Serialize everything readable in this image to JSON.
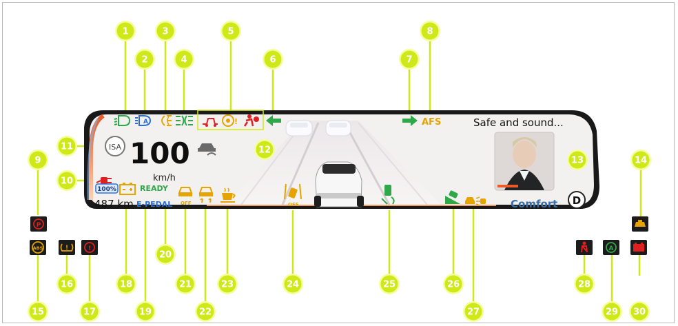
{
  "cluster": {
    "speed": "100",
    "speed_unit": "km/h",
    "isa_label": "ISA",
    "battery_percent": "100%",
    "range": "487 km",
    "ready_text": "READY",
    "epedal_text": "E-PEDAL",
    "afs_text": "AFS",
    "message": "Safe and sound...",
    "drive_mode": "Comfort",
    "gear": "D",
    "auto_hold_off": "OFF",
    "esc_off": "OFF",
    "lane_off": "OFF"
  },
  "callouts": [
    "1",
    "2",
    "3",
    "4",
    "5",
    "6",
    "7",
    "8",
    "9",
    "10",
    "11",
    "12",
    "13",
    "14",
    "15",
    "16",
    "17",
    "18",
    "19",
    "20",
    "21",
    "22",
    "23",
    "24",
    "25",
    "26",
    "27",
    "28",
    "29",
    "30"
  ],
  "colors": {
    "callout_fill": "#cfe81a",
    "callout_ring": "#f5ff9a",
    "green_indicator": "#2fa84a",
    "amber_indicator": "#e5a400",
    "red_indicator": "#e02020",
    "blue_indicator": "#2a6fd6",
    "cluster_bg": "#f4f1f1"
  },
  "icons": {
    "ind1": "low-beam-icon",
    "ind2": "auto-high-beam-icon",
    "ind3": "rear-fog-icon",
    "ind4": "position-lamp-icon",
    "ind5a": "lane-departure-icon",
    "ind5b": "steering-warning-icon",
    "ind5c": "seatbelt-airbag-icon",
    "ind6": "left-turn-signal-icon",
    "ind7": "right-turn-signal-icon",
    "ind9": "parking-brake-icon",
    "ind10": "charging-plug-icon",
    "ind12": "driver-attention-icon",
    "ind14": "engine-service-icon",
    "ind15": "abs-icon",
    "ind16": "tire-pressure-icon",
    "ind17": "brake-warning-icon",
    "ind18": "battery-icon",
    "ind21": "esc-off-icon",
    "ind22": "traction-slip-icon",
    "ind23": "coffee-break-icon",
    "ind24": "lane-assist-off-icon",
    "ind25": "steering-lane-icon",
    "ind26": "hill-descent-icon",
    "ind27": "front-collision-icon",
    "ind28": "seatbelt-icon",
    "ind29": "auto-hold-icon",
    "ind30": "battery-fault-icon"
  }
}
